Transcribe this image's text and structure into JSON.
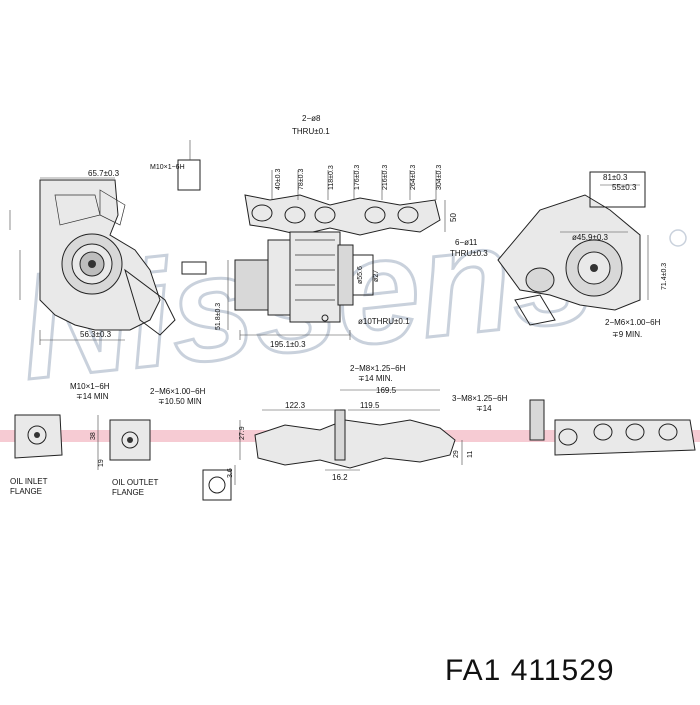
{
  "watermark": {
    "text": "Nissens",
    "color": "#c9d1dc",
    "band_color": "#f3b8c4"
  },
  "part_number": "FA1 411529",
  "labels": {
    "top_thru": "2−ø8",
    "top_thru2": "THRU±0.1",
    "dim_40": "40±0.3",
    "dim_78": "78±0.3",
    "dim_118": "118±0.3",
    "dim_176": "176±0.3",
    "dim_216": "216±0.3",
    "dim_264": "264±0.3",
    "dim_304": "304±0.3",
    "dim_50": "50",
    "dim_6011": "6−ø11",
    "dim_thru3": "THRU±0.3",
    "dim_556": "ø55.6",
    "dim_27": "ø27",
    "dim_5180": "51.8±0.3",
    "dim_1951": "195.1±0.3",
    "dim_010": "ø10THRU±0.1",
    "dim_657": "65.7±0.3",
    "dim_563": "56.3±0.3",
    "dim_81": "81±0.3",
    "dim_55": "55±0.3",
    "dim_459": "ø45.9±0.3",
    "dim_714": "71.4±0.3",
    "dim_m6_right": "2−M6×1.00−6H",
    "dim_9min": "∓9  MIN.",
    "dim_m8": "2−M8×1.25−6H",
    "dim_14min": "∓14  MIN.",
    "dim_1695": "169.5",
    "dim_1223": "122.3",
    "dim_1195": "119.5",
    "dim_m8b": "3−M8×1.25−6H",
    "dim_14b": "∓14",
    "dim_279": "27.9",
    "dim_29": "29",
    "dim_11": "11",
    "dim_162": "16.2",
    "dim_m10": "M10×1−6H",
    "dim_14c": "∓14  MIN",
    "dim_m6b": "2−M6×1.00−6H",
    "dim_1050": "∓10.50  MIN",
    "dim_38": "38",
    "dim_19": "19",
    "dim_36": "3.6",
    "oil_inlet": "OIL INLET",
    "oil_inlet2": "FLANGE",
    "oil_outlet": "OIL OUTLET",
    "oil_outlet2": "FLANGE"
  }
}
